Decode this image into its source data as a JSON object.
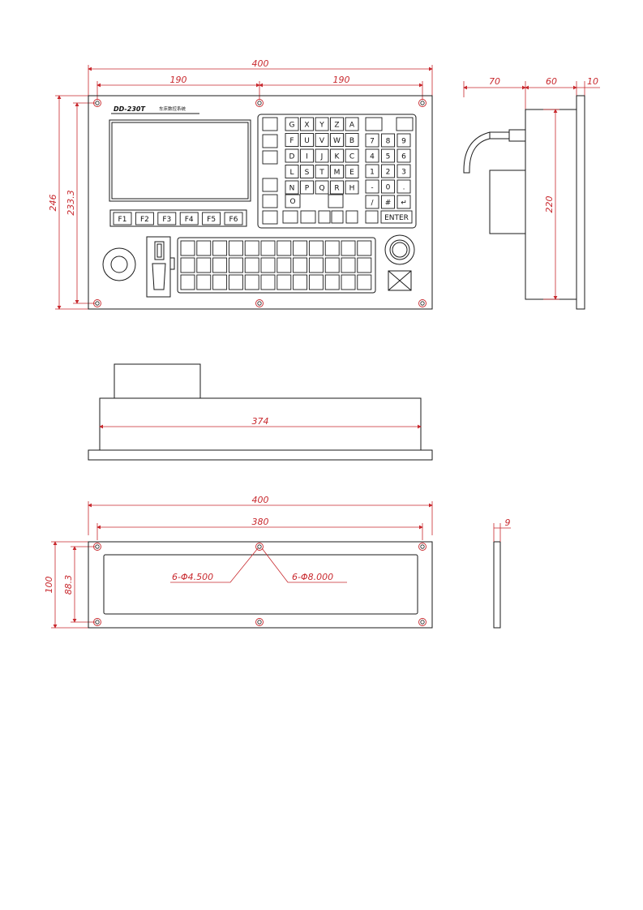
{
  "front_view": {
    "overall_width": "400",
    "half_left": "190",
    "half_right": "190",
    "height_outer": "246",
    "height_inner": "233.3",
    "model_label": "DD-230T",
    "brand_label": "车床数控系统",
    "softkeys": [
      "F1",
      "F2",
      "F3",
      "F4",
      "F5",
      "F6"
    ],
    "letter_rows": [
      [
        "G",
        "X",
        "Y",
        "Z",
        "A"
      ],
      [
        "F",
        "U",
        "V",
        "W",
        "B"
      ],
      [
        "D",
        "I",
        "J",
        "K",
        "C"
      ],
      [
        "L",
        "S",
        "T",
        "M",
        "E"
      ],
      [
        "N",
        "P",
        "Q",
        "R",
        "H"
      ]
    ],
    "number_rows": [
      [
        "7",
        "8",
        "9"
      ],
      [
        "4",
        "5",
        "6"
      ],
      [
        "1",
        "2",
        "3"
      ],
      [
        "-",
        "0",
        "."
      ],
      [
        "/",
        "#",
        "↵"
      ]
    ],
    "o_key": "O",
    "enter_label": "ENTER"
  },
  "side_view": {
    "depth_rear": "70",
    "depth_body": "60",
    "panel_thickness": "10",
    "body_height": "220"
  },
  "top_view": {
    "inner_width": "374"
  },
  "cutout_view": {
    "overall_width": "400",
    "hole_spacing": "380",
    "height_outer": "100",
    "height_inner": "88.3",
    "hole_small": "6-Φ4.500",
    "hole_large": "6-Φ8.000",
    "thickness": "9"
  },
  "colors": {
    "dimension": "#c8282d",
    "outline": "#1a1a1a"
  }
}
